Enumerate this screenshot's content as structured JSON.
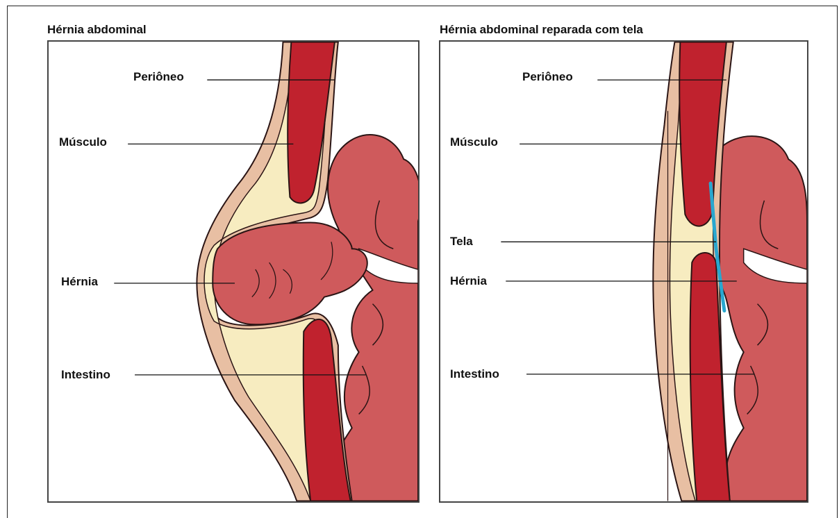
{
  "left_panel": {
    "title": "Hérnia abdominal",
    "labels": {
      "peritoneum": "Periôneo",
      "muscle": "Músculo",
      "hernia": "Hérnia",
      "intestine": "Intestino"
    }
  },
  "right_panel": {
    "title": "Hérnia abdominal reparada com tela",
    "labels": {
      "peritoneum": "Periôneo",
      "muscle": "Músculo",
      "mesh": "Tela",
      "hernia": "Hérnia",
      "intestine": "Intestino"
    }
  },
  "colors": {
    "skin_layer": "#e8bfa3",
    "fat": "#f7ecc0",
    "muscle": "#c0222e",
    "intestine": "#cf5a5c",
    "mesh": "#29a7cf",
    "outline": "#2a1414"
  }
}
